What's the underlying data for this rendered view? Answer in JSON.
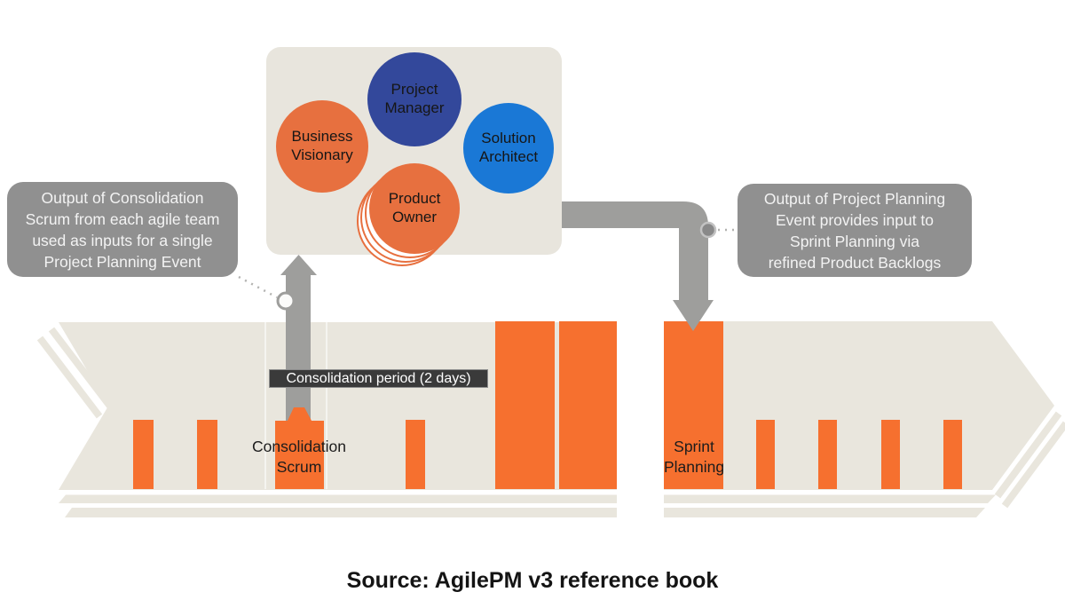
{
  "colors": {
    "banner_beige": "#e9e6dd",
    "bar_orange": "#f6702f",
    "circle_orange": "#e7703f",
    "project_manager_blue": "#33489b",
    "solution_architect_blue": "#1a78d6",
    "arrow_gray": "#9e9e9c",
    "callout_gray": "#909090",
    "badge_background": "#3a3a3a"
  },
  "roles_box": {
    "project_manager": "Project Manager",
    "business_visionary": "Business Visionary",
    "solution_architect": "Solution Architect",
    "product_owner": "Product Owner"
  },
  "callouts": {
    "left": {
      "lines": [
        "Output of Consolidation",
        "Scrum from each agile team",
        "used as inputs for a single",
        "Project Planning Event"
      ]
    },
    "right": {
      "lines": [
        "Output of Project Planning",
        "Event provides input to",
        "Sprint Planning via",
        "refined Product Backlogs"
      ]
    }
  },
  "timeline": {
    "consolidation_period_badge": "Consolidation period (2 days)",
    "consolidation_scrum_label": "Consolidation Scrum",
    "sprint_planning_label": "Sprint Planning"
  },
  "footer": {
    "source": "Source: AgilePM v3 reference book"
  }
}
